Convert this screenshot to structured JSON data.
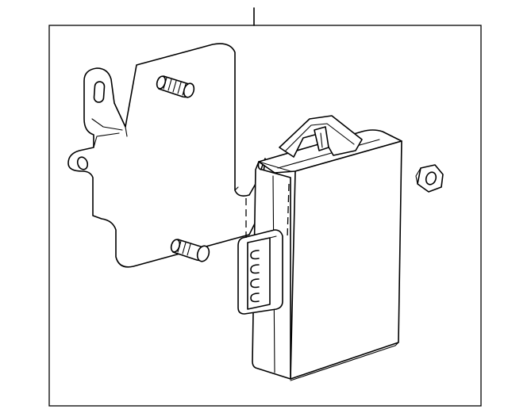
{
  "diagram": {
    "parts": [
      {
        "name": "mounting-bracket"
      },
      {
        "name": "bracket-studs"
      },
      {
        "name": "control-module"
      },
      {
        "name": "connector"
      },
      {
        "name": "hex-nut"
      }
    ]
  }
}
